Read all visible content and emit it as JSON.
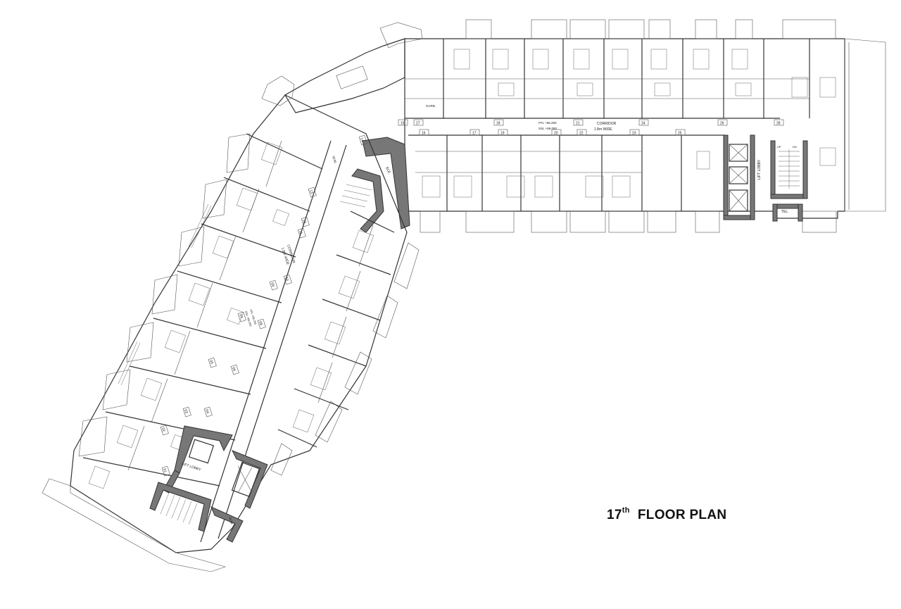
{
  "title": {
    "number": "17",
    "suffix": "th",
    "text": "FLOOR PLAN"
  },
  "labels": {
    "corridor_main": "CORRIDOR",
    "corridor_main_width": "1.8m WIDE",
    "corridor_wing": "CORRIDOR",
    "corridor_wing_width": "1.8m WIDE",
    "lift_lobby_east": "LIFT LOBBY",
    "lift_lobby_west": "LIFT LOBBY",
    "ffl": "FFL +66.250",
    "ssl": "SSL +66.050",
    "ffl_wing": "FFL +66.250",
    "ssl_wing": "SSL +66.050",
    "tel": "TEL.",
    "ele": "ELE.",
    "wm_north": "W.M.",
    "wm_south": "W.M.",
    "up": "UP",
    "dn": "DN",
    "garb": "GARB."
  },
  "unit_numbers_main": [
    "15",
    "16",
    "17",
    "18",
    "19",
    "20",
    "21",
    "22",
    "23",
    "24",
    "25",
    "26",
    "27",
    "28"
  ],
  "unit_numbers_wing": [
    "01",
    "02",
    "03",
    "04",
    "05",
    "06",
    "07",
    "08",
    "09",
    "10",
    "11",
    "12",
    "13",
    "14"
  ]
}
